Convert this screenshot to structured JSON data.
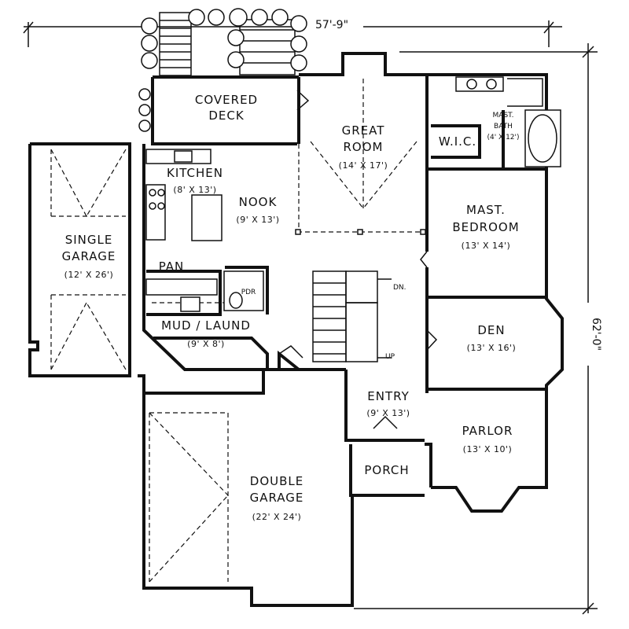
{
  "dimensions": {
    "width": "57'-9\"",
    "depth": "62'-0\""
  },
  "rooms": {
    "covered_deck": [
      "COVERED",
      "DECK"
    ],
    "great_room": [
      "GREAT",
      "ROOM"
    ],
    "great_room_size": "(14' X 17')",
    "kitchen": "KITCHEN",
    "kitchen_size": "(8' X 13')",
    "nook": "NOOK",
    "nook_size": "(9' X 13')",
    "single_garage": [
      "SINGLE",
      "GARAGE"
    ],
    "single_garage_size": "(12' X 26')",
    "pan": "PAN",
    "pdr": "PDR",
    "mud_laund": "MUD / LAUND",
    "mud_laund_size": "(9' X 8')",
    "wic": "W.I.C.",
    "mast_bath": [
      "MAST.",
      "BATH"
    ],
    "mast_bath_size": "(4' X 12')",
    "mast_bedroom": [
      "MAST.",
      "BEDROOM"
    ],
    "mast_bedroom_size": "(13' X 14')",
    "den": "DEN",
    "den_size": "(13' X 16')",
    "entry": "ENTRY",
    "entry_size": "(9' X 13')",
    "parlor": "PARLOR",
    "parlor_size": "(13' X 10')",
    "porch": "PORCH",
    "double_garage": [
      "DOUBLE",
      "GARAGE"
    ],
    "double_garage_size": "(22' X 24')"
  },
  "stairs": {
    "down": "DN.",
    "up": "UP"
  }
}
